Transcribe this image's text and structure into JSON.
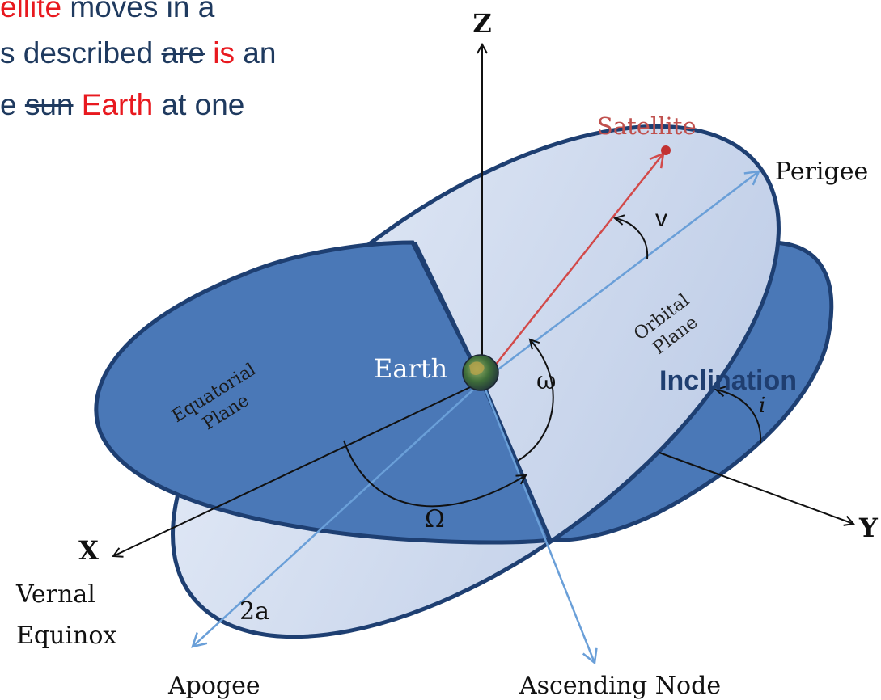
{
  "slide_text": {
    "line1": {
      "red": "ellite",
      "rest": " moves in a"
    },
    "line2": {
      "start": "s",
      "mid": " described ",
      "struck": "are",
      "space": " ",
      "red": "is",
      "end": " an"
    },
    "line3": {
      "start": "e ",
      "struck": "sun",
      "space": " ",
      "red": "Earth",
      "end": " at one"
    }
  },
  "diagram": {
    "axis_z": "Z",
    "axis_x": "X",
    "axis_y": "Y",
    "satellite": "Satellite",
    "perigee": "Perigee",
    "earth": "Earth",
    "orbital_plane": [
      "Orbital",
      "Plane"
    ],
    "equatorial_plane": [
      "Equatorial",
      "Plane"
    ],
    "inclination": "Inclination",
    "inclination_symbol": "i",
    "omega_small": "ω",
    "omega_capital": "Ω",
    "nu": "v",
    "vernal": "Vernal",
    "equinox": "Equinox",
    "two_a": "2a",
    "apogee": "Apogee",
    "ascending_node": "Ascending Node"
  },
  "colors": {
    "equatorial_fill": "#4a78b7",
    "equatorial_stroke": "#1e3f72",
    "orbital_fill": "#c9d6ee",
    "vector_blue": "#6a9fd8",
    "satellite_red": "#d24a4a",
    "slide_text": "#1f3a5f",
    "slide_highlight": "#e8191f",
    "inclination_text": "#1f3e70"
  }
}
